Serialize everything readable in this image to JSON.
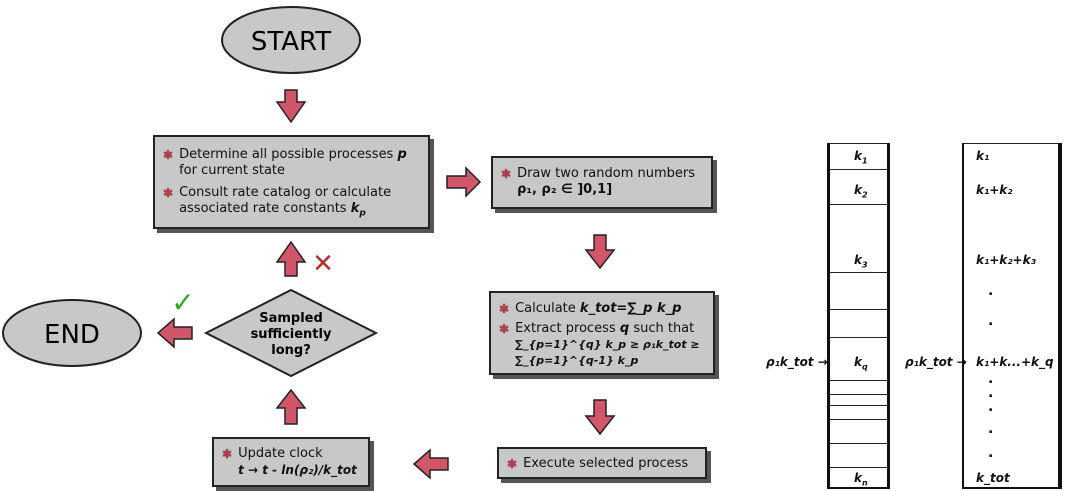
{
  "start": {
    "label": "START"
  },
  "end": {
    "label": "END"
  },
  "box1": {
    "line1": "Determine all possible processes",
    "line1_var": "p",
    "line2": "for current state",
    "line3": "Consult rate catalog or calculate",
    "line4": "associated rate constants",
    "line4_var": "k",
    "line4_sub": "p"
  },
  "box2": {
    "line1": "Draw two random numbers",
    "line2": "ρ₁, ρ₂ ∈ ]0,1]"
  },
  "box3": {
    "line1_prefix": "Calculate",
    "line1_math": "k_tot=∑_p k_p",
    "line2": "Extract process",
    "line2_var": "q",
    "line2_suffix": "such that",
    "line3_math": "∑_{p=1}^{q} k_p ≥ ρ₁k_tot ≥ ∑_{p=1}^{q-1} k_p"
  },
  "box4": {
    "label": "Execute selected process"
  },
  "box5": {
    "line1": "Update clock",
    "line2_math": "t → t - ln(ρ₂)/k_tot"
  },
  "decision": {
    "line1": "Sampled",
    "line2": "sufficiently",
    "line3": "long?"
  },
  "marks": {
    "yes": "✓",
    "no": "✕"
  },
  "column1": {
    "labels": [
      "k",
      "k",
      "k",
      "k",
      "k"
    ],
    "subs": [
      "1",
      "2",
      "3",
      "q",
      "n"
    ],
    "pointer": "ρ₁k_tot →"
  },
  "column2": {
    "labels": [
      "k₁",
      "k₁+k₂",
      "k₁+k₂+k₃",
      "k₁+k...+k_q",
      "k_tot"
    ],
    "pointer": "ρ₁k_tot →"
  },
  "colors": {
    "arrow": "#d2566a",
    "box": "#c8c8c8",
    "star": "#c0394a",
    "check": "#2fa52f",
    "cross": "#b03030"
  }
}
